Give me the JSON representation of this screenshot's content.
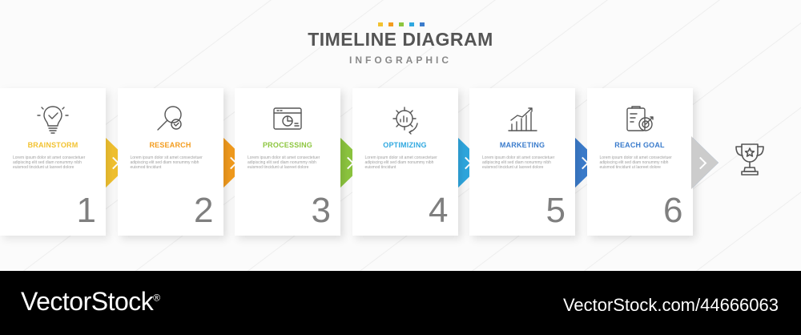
{
  "header": {
    "title": "TIMELINE DIAGRAM",
    "subtitle": "INFOGRAPHIC",
    "dot_colors": [
      "#f2c230",
      "#f39c1e",
      "#8dc63f",
      "#2fa8e0",
      "#3b7ccc"
    ]
  },
  "steps": [
    {
      "number": "1",
      "label": "BRAINSTORM",
      "color": "#f2c230",
      "icon": "lightbulb-icon",
      "text": "Lorem ipsum dolor sit amet consectetuer adipiscing elit sed diam nonummy nibh euismod tincidunt ut laoreet dolore"
    },
    {
      "number": "2",
      "label": "RESEARCH",
      "color": "#f39c1e",
      "icon": "magnifier-check-icon",
      "text": "Lorem ipsum dolor sit amet consectetuer adipiscing elit sed diam nonummy nibh euismod tincidunt"
    },
    {
      "number": "3",
      "label": "PROCESSING",
      "color": "#8dc63f",
      "icon": "browser-chart-icon",
      "text": "Lorem ipsum dolor sit amet consectetuer adipiscing elit sed diam nonummy nibh euismod tincidunt ut laoreet dolore"
    },
    {
      "number": "4",
      "label": "OPTIMIZING",
      "color": "#2fa8e0",
      "icon": "gear-chart-icon",
      "text": "Lorem ipsum dolor sit amet consectetuer adipiscing elit sed diam nonummy nibh euismod tincidunt"
    },
    {
      "number": "5",
      "label": "MARKETING",
      "color": "#3b7ccc",
      "icon": "growth-chart-icon",
      "text": "Lorem ipsum dolor sit amet consectetuer adipiscing elit sed diam nonummy nibh euismod tincidunt ut laoreet dolore"
    },
    {
      "number": "6",
      "label": "REACH GOAL",
      "color": "#3b7ccc",
      "icon": "clipboard-target-icon",
      "text": "Lorem ipsum dolor sit amet consectetuer adipiscing elit sed diam nonummy nibh euismod tincidunt ut laoreet dolore"
    }
  ],
  "end": {
    "icon": "trophy-icon",
    "arrow_color": "#cccccc"
  },
  "footer": {
    "brand": "VectorStock",
    "registered": "®",
    "image_id": "VectorStock.com/44666063"
  }
}
